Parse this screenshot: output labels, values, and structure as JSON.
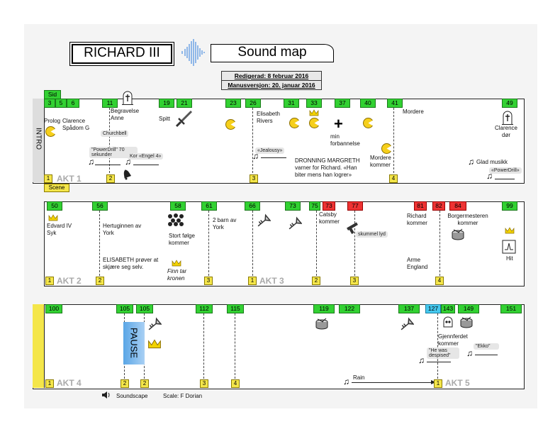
{
  "header": {
    "title": "RICHARD III",
    "subtitle": "Sound map",
    "edited": "Redigerad: 8 februar 2016",
    "script_version": "Manusversjon: 20. januar 2016"
  },
  "legend": {
    "sid": "Sid",
    "scene": "Scene",
    "soundscape": "Soundscape",
    "scale": "Scale: F Dorian"
  },
  "intro_label": "INTRO",
  "pause_label": "PAUSE",
  "row1": {
    "pages": [
      "3",
      "5",
      "6",
      "11",
      "19",
      "21",
      "23",
      "26",
      "31",
      "33",
      "37",
      "40",
      "41",
      "49"
    ],
    "act": "AKT 1",
    "scenes": [
      "1",
      "2",
      "3",
      "4"
    ],
    "texts": {
      "prolog": "Prolog",
      "clarence": "Clarence Spådom G",
      "begravelse": "Begravelse Anne",
      "churchbell": "Churchbell",
      "powerdrill": "\"PowerDrill\" 70 sekunder",
      "kor": "Kor «Engel 4»",
      "spitt": "Spitt",
      "elisabeth": "Elisabeth Rivers",
      "jealousy": "«Jealousy»",
      "dronning": "DRONNING MARGRETH varner for Richard. «Han biter mens han logrer»",
      "min": "min forbannelse",
      "mordere41": "Mordere",
      "mordere_kommer": "Mordere kommer",
      "clarence_dor": "Clarence dør",
      "glad": "Glad musikk",
      "powerdrill2": "«PowerDrill»"
    }
  },
  "row2": {
    "pages": [
      "50",
      "56",
      "58",
      "61",
      "66",
      "73",
      "75",
      "77",
      "81",
      "82",
      "84",
      "99"
    ],
    "red_pages": [
      "73",
      "77",
      "81",
      "82",
      "84"
    ],
    "acts": [
      "AKT 2",
      "AKT 3"
    ],
    "scenes": [
      "1",
      "2",
      "3",
      "1",
      "2",
      "3",
      "4"
    ],
    "texts": {
      "edvard": "Edvard IV Syk",
      "hertuginnen": "Hertuginnen av York",
      "elisabeth_prover": "ELISABETH prøver at skjære seg selv.",
      "stort": "Stort følge kommer",
      "finn": "Finn tar kronen",
      "barn": "2 barn av York",
      "catsby": "Catsby kommer",
      "skummel": "skummel lyd",
      "richard": "Richard kommer",
      "borgermesteren": "Borgermesteren kommer",
      "arme": "Arme England",
      "hit": "Hit"
    }
  },
  "row3": {
    "pages": [
      "100",
      "105",
      "105",
      "112",
      "115",
      "119",
      "122",
      "137",
      "127",
      "143",
      "149",
      "151"
    ],
    "cyan_pages": [
      "127"
    ],
    "acts": [
      "AKT 4",
      "AKT 5"
    ],
    "scenes": [
      "1",
      "2",
      "2",
      "3",
      "4",
      "1"
    ],
    "texts": {
      "gjennferdet": "Gjennferdet kommer",
      "despised": "\"He was despised\"",
      "ekko": "\"Ekko\"",
      "rain": "Rain"
    }
  },
  "colors": {
    "page_green": "#32d132",
    "page_red": "#e33333",
    "page_cyan": "#45c8ee",
    "scene_yellow": "#f4e64a",
    "pause_blue": "#5aa6e6"
  }
}
